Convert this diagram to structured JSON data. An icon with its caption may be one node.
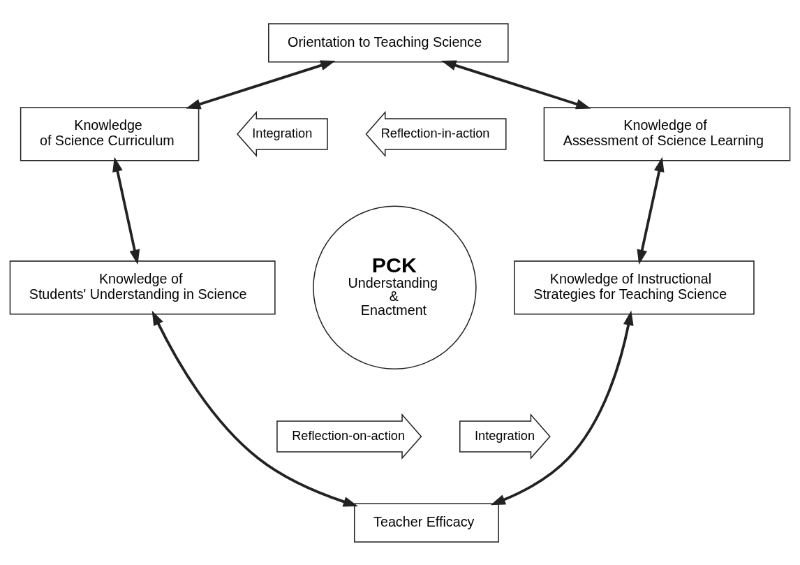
{
  "diagram": {
    "nodes": [
      {
        "text": [
          "Orientation to Teaching Science"
        ]
      },
      {
        "text": [
          "Knowledge of Science Curriculum"
        ]
      },
      {
        "text": [
          "Integration"
        ]
      },
      {
        "text": [
          "Reflection-in-action"
        ]
      },
      {
        "text": [
          "Knowledge of Assessment of Science Learning"
        ]
      },
      {
        "text": [
          "PCK",
          "Understanding & Enactment"
        ]
      },
      {
        "text": [
          "Knowledge of Students' Understanding in Science"
        ]
      },
      {
        "text": [
          "Reflection-on-action"
        ]
      },
      {
        "text": [
          "Integration"
        ]
      },
      {
        "text": [
          "Knowledge of Instructional Strategies for Teaching Science"
        ]
      },
      {
        "text": [
          "Teacher Efficacy"
        ]
      }
    ],
    "edges": [
      {
        "from": 0,
        "to": 1,
        "arrow": "both"
      },
      {
        "from": 0,
        "to": 4,
        "arrow": "both"
      },
      {
        "from": 1,
        "to": 6,
        "arrow": "both"
      },
      {
        "from": 4,
        "to": 9,
        "arrow": "both"
      },
      {
        "from": 6,
        "to": 10,
        "arrow": "both"
      },
      {
        "from": 9,
        "to": 10,
        "arrow": "both"
      }
    ]
  }
}
